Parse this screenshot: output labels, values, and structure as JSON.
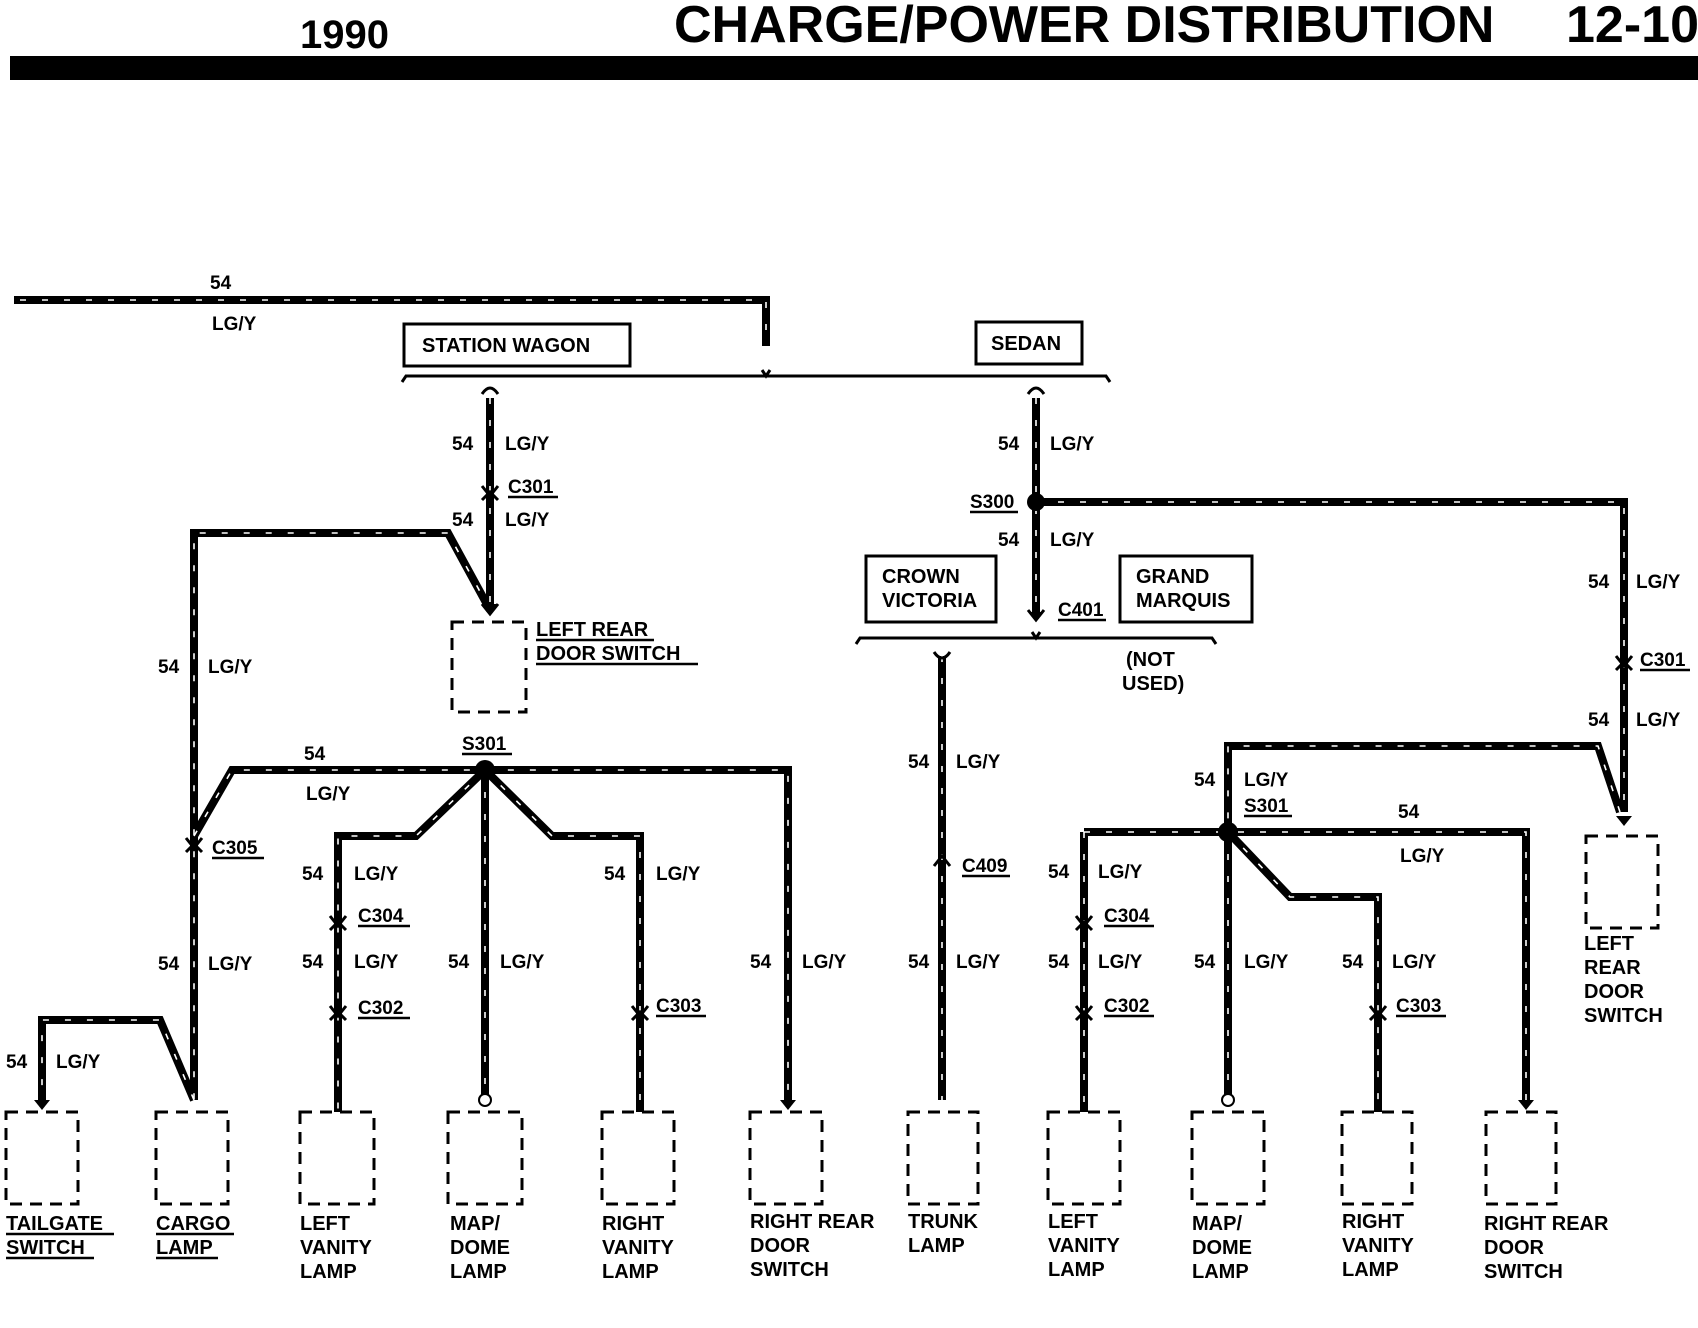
{
  "header": {
    "year": "1990",
    "title": "CHARGE/POWER DISTRIBUTION",
    "page": "12-10"
  },
  "wire": {
    "circuit": "54",
    "color": "LG/Y"
  },
  "options": {
    "station_wagon": "STATION WAGON",
    "sedan": "SEDAN",
    "crown_victoria": [
      "CROWN",
      "VICTORIA"
    ],
    "grand_marquis": [
      "GRAND",
      "MARQUIS"
    ],
    "not_used": [
      "(NOT",
      "USED)"
    ]
  },
  "connectors": {
    "c301": "C301",
    "c305": "C305",
    "c304": "C304",
    "c302": "C302",
    "c303": "C303",
    "c401": "C401",
    "c409": "C409"
  },
  "splices": {
    "s300": "S300",
    "s301": "S301"
  },
  "components": {
    "left_rear_door_switch_inline": [
      "LEFT REAR",
      "DOOR SWITCH"
    ],
    "tailgate_switch": [
      "TAILGATE",
      "SWITCH"
    ],
    "cargo_lamp": [
      "CARGO",
      "LAMP"
    ],
    "left_vanity_lamp": [
      "LEFT",
      "VANITY",
      "LAMP"
    ],
    "map_dome_lamp": [
      "MAP/",
      "DOME",
      "LAMP"
    ],
    "right_vanity_lamp": [
      "RIGHT",
      "VANITY",
      "LAMP"
    ],
    "right_rear_door_switch": [
      "RIGHT REAR",
      "DOOR",
      "SWITCH"
    ],
    "trunk_lamp": [
      "TRUNK",
      "LAMP"
    ],
    "left_rear_door_switch": [
      "LEFT",
      "REAR",
      "DOOR",
      "SWITCH"
    ]
  }
}
